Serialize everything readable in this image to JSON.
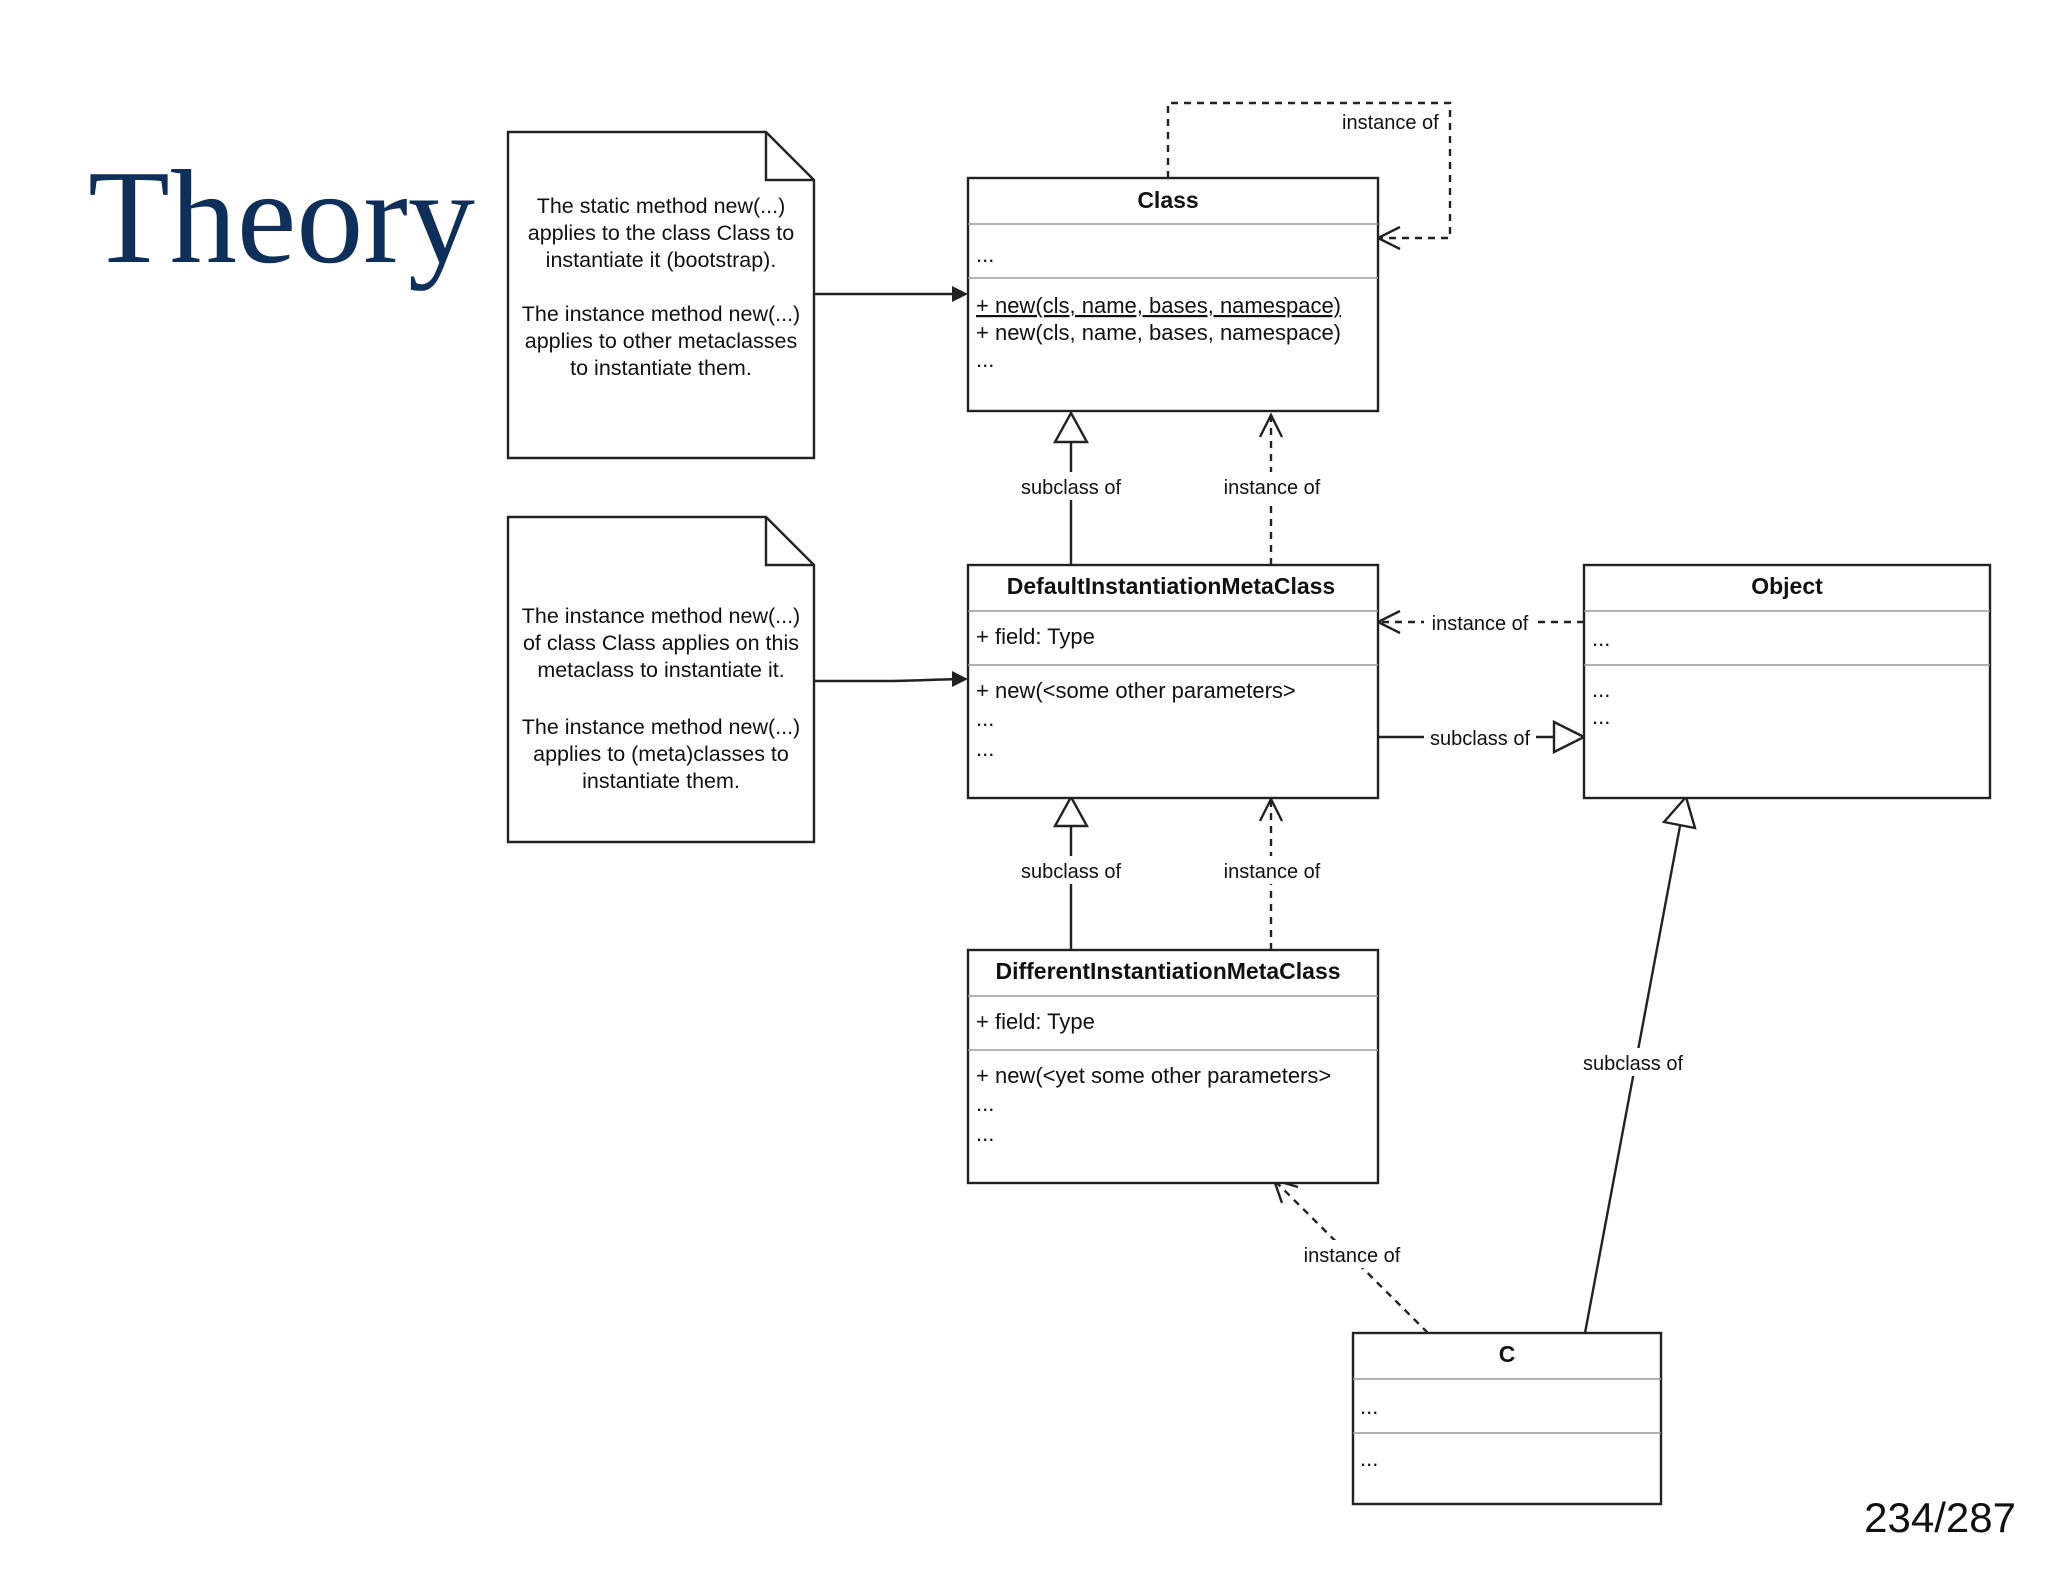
{
  "slide": {
    "title": "Theory",
    "page": "234/287"
  },
  "notes": {
    "note1": {
      "lines": [
        "The static method new(...)",
        "applies to the class Class to",
        "instantiate it (bootstrap).",
        "",
        "The instance method new(...)",
        "applies to other metaclasses",
        "to instantiate them."
      ]
    },
    "note2": {
      "lines": [
        "The instance method new(...)",
        "of class Class applies on this",
        "metaclass to instantiate it.",
        "",
        "The instance method new(...)",
        "applies to (meta)classes to",
        "instantiate them."
      ]
    }
  },
  "classes": {
    "class": {
      "name": "Class",
      "attributes": [
        "..."
      ],
      "methods": [
        "+ new(cls, name, bases, namespace)",
        "+ new(cls, name, bases, namespace)",
        "..."
      ],
      "static_method_index": 0
    },
    "default_meta": {
      "name": "DefaultInstantiationMetaClass",
      "attributes": [
        "+ field: Type"
      ],
      "methods": [
        "+ new(<some other parameters>",
        "...",
        "..."
      ]
    },
    "object": {
      "name": "Object",
      "attributes": [
        "..."
      ],
      "methods": [
        "...",
        "..."
      ]
    },
    "different_meta": {
      "name": "DifferentInstantiationMetaClass",
      "attributes": [
        "+ field: Type"
      ],
      "methods": [
        "+ new(<yet some other parameters>",
        "...",
        "..."
      ]
    },
    "c": {
      "name": "C",
      "attributes": [
        "..."
      ],
      "methods": [
        "..."
      ]
    }
  },
  "relations": {
    "class_self_instance": "instance of",
    "default_subclass_class": "subclass of",
    "default_instance_class": "instance of",
    "object_instance_default": "instance of",
    "default_subclass_object": "subclass of",
    "different_subclass_default": "subclass of",
    "different_instance_default": "instance of",
    "c_instance_different": "instance of",
    "c_subclass_object": "subclass of"
  }
}
